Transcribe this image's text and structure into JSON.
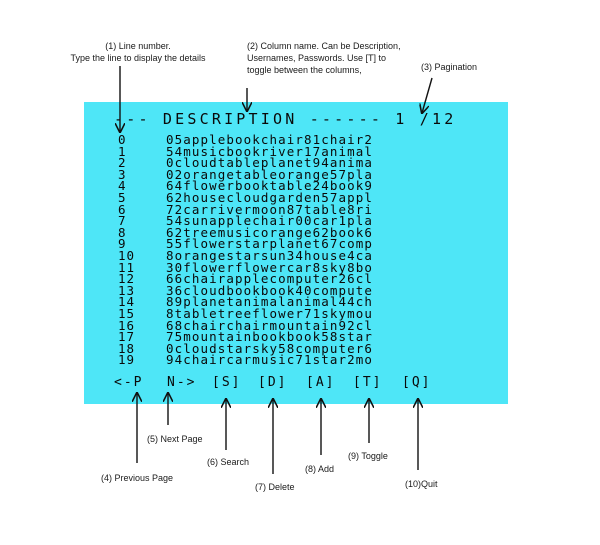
{
  "annotations": {
    "line_number": [
      "(1) Line number.",
      "Type the line to display the details"
    ],
    "column_name": [
      "(2) Column name. Can be Description,",
      "Usernames, Passwords. Use [T] to",
      "toggle between the columns,"
    ],
    "pagination": "(3) Pagination",
    "previous_page": "(4) Previous Page",
    "next_page": "(5) Next Page",
    "search": "(6) Search",
    "delete": "(7) Delete",
    "add": "(8) Add",
    "toggle": "(9) Toggle",
    "quit": "(10)Quit"
  },
  "terminal": {
    "header": "--- DESCRIPTION ------ 1 /12",
    "rows": [
      {
        "num": "0",
        "text": "05applebookchair81chair2"
      },
      {
        "num": "1",
        "text": "54musicbookriver17animal"
      },
      {
        "num": "2",
        "text": "0cloudtableplanet94anima"
      },
      {
        "num": "3",
        "text": "02orangetableorange57pla"
      },
      {
        "num": "4",
        "text": "64flowerbooktable24book9"
      },
      {
        "num": "5",
        "text": "62housecloudgarden57appl"
      },
      {
        "num": "6",
        "text": "72carrivermoon87table8ri"
      },
      {
        "num": "7",
        "text": "54sunapplechair00car1pla"
      },
      {
        "num": "8",
        "text": "62treemusicorange62book6"
      },
      {
        "num": "9",
        "text": "55flowerstarplanet67comp"
      },
      {
        "num": "10",
        "text": "8orangestarsun34house4ca"
      },
      {
        "num": "11",
        "text": "30flowerflowercar8sky8bo"
      },
      {
        "num": "12",
        "text": "66chairapplecomputer26cl"
      },
      {
        "num": "13",
        "text": "36cloudbookbook40compute"
      },
      {
        "num": "14",
        "text": "89planetanimalanimal44ch"
      },
      {
        "num": "15",
        "text": "8tabletreeflower71skymou"
      },
      {
        "num": "16",
        "text": "68chairchairmountain92cl"
      },
      {
        "num": "17",
        "text": "75mountainbookbook58star"
      },
      {
        "num": "18",
        "text": "0cloudstarsky58computer6"
      },
      {
        "num": "19",
        "text": "94chaircarmusic71star2mo"
      }
    ],
    "footer": {
      "prev": "<-P",
      "next": "N->",
      "search": "[S]",
      "delete": "[D]",
      "add": "[A]",
      "toggle": "[T]",
      "quit": "[Q]"
    }
  },
  "colors": {
    "screen_background": "#4ee6f7",
    "text": "#0a0a0a"
  }
}
